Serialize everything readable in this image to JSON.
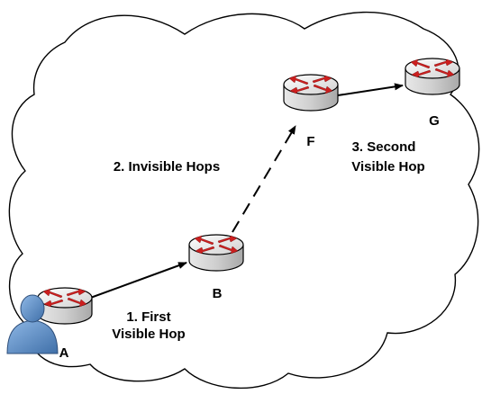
{
  "diagram": {
    "nodes": {
      "A": {
        "label": "A"
      },
      "B": {
        "label": "B"
      },
      "F": {
        "label": "F"
      },
      "G": {
        "label": "G"
      }
    },
    "annotations": {
      "first_hop_line1": "1. First",
      "first_hop_line2": "Visible Hop",
      "invisible_hops": "2. Invisible Hops",
      "second_hop_line1": "3. Second",
      "second_hop_line2": "Visible Hop"
    },
    "links": [
      {
        "from": "A",
        "to": "B",
        "style": "solid"
      },
      {
        "from": "B",
        "to": "F",
        "style": "dashed"
      },
      {
        "from": "F",
        "to": "G",
        "style": "solid"
      }
    ],
    "colors": {
      "outline": "#000000",
      "router_top": "#f2f2f2",
      "router_body": "#d6d6d6",
      "router_arrows": "#cc1f1f",
      "user": "#5a8fc8"
    },
    "icons": [
      "cloud",
      "router-icon",
      "user-icon"
    ]
  }
}
